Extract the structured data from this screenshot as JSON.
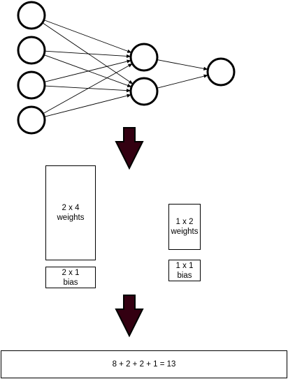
{
  "colors": {
    "arrow_fill": "#330011",
    "stroke": "#000000",
    "background": "#ffffff"
  },
  "network": {
    "input_neurons": 4,
    "hidden_neurons": 2,
    "output_neurons": 1,
    "connections": "fully-connected"
  },
  "hidden_layer": {
    "weights": {
      "line1": "2 x 4",
      "line2": "weights"
    },
    "bias": {
      "line1": "2 x 1",
      "line2": "bias"
    }
  },
  "output_layer": {
    "weights": {
      "line1": "1 x 2",
      "line2": "weights"
    },
    "bias": {
      "line1": "1 x 1",
      "line2": "bias"
    }
  },
  "total": {
    "equation": "8 + 2 + 2 + 1 = 13"
  }
}
